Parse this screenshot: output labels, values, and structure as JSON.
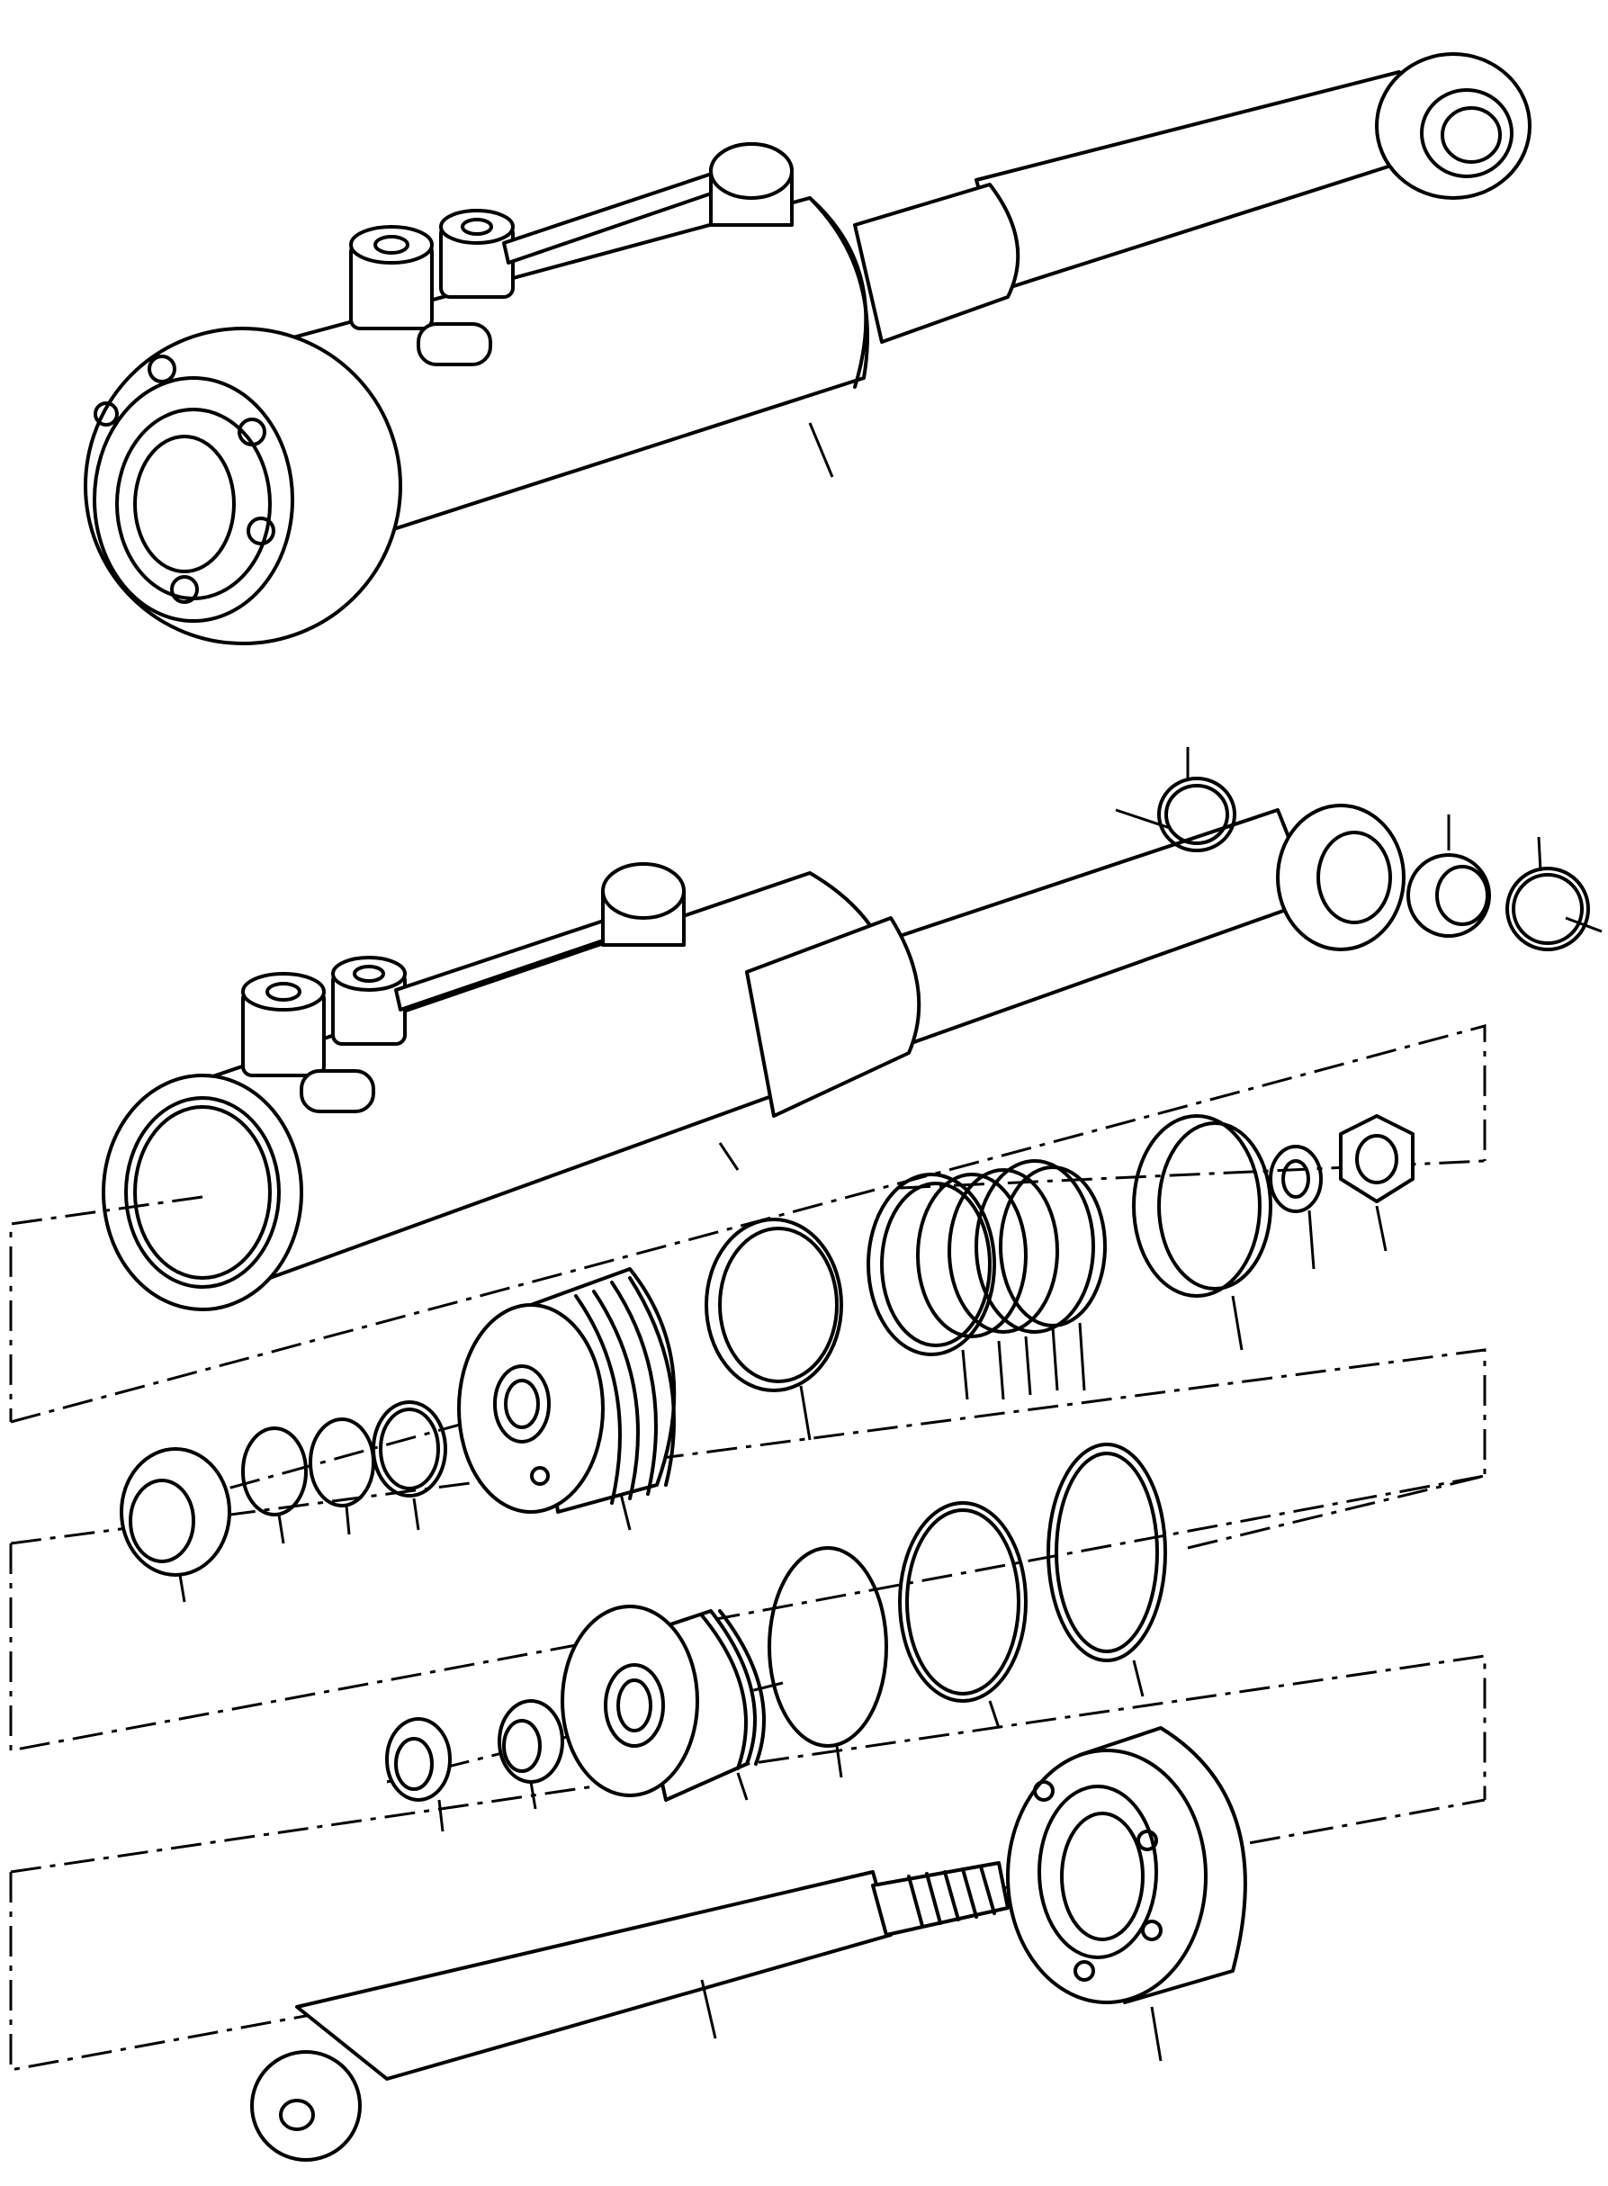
{
  "diagram": {
    "type": "exploded-parts-view",
    "labels": [],
    "colors": {
      "line": "#000000",
      "background": "#ffffff"
    },
    "parts": [
      "assembled-cylinder",
      "cylinder-barrel",
      "rod-eye-end",
      "piston",
      "piston-seals",
      "nut",
      "cylinder-head",
      "head-seals",
      "wiper-ring",
      "piston-rod",
      "end-cap"
    ]
  }
}
